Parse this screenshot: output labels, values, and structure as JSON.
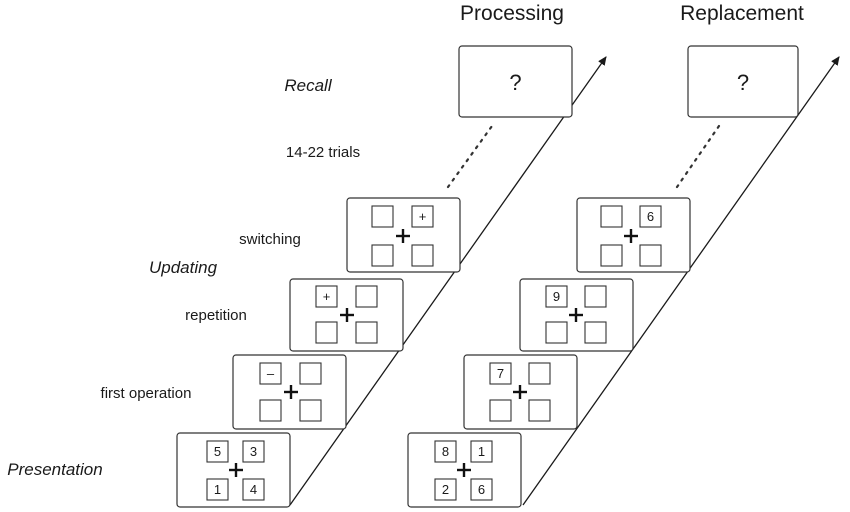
{
  "columns": {
    "processing": {
      "title": "Processing",
      "recall_symbol": "?"
    },
    "replacement": {
      "title": "Replacement",
      "recall_symbol": "?"
    }
  },
  "stage_labels": {
    "recall": "Recall",
    "trials": "14-22 trials",
    "switching": "switching",
    "updating": "Updating",
    "repetition": "repetition",
    "first_operation": "first operation",
    "presentation": "Presentation"
  },
  "cells": {
    "processing": {
      "switching": [
        "",
        "+",
        "",
        ""
      ],
      "repetition": [
        "+",
        "",
        "",
        ""
      ],
      "first_operation": [
        "–",
        "",
        "",
        ""
      ],
      "presentation": [
        "5",
        "3",
        "1",
        "4"
      ]
    },
    "replacement": {
      "switching": [
        "",
        "6",
        "",
        ""
      ],
      "repetition": [
        "9",
        "",
        "",
        ""
      ],
      "first_operation": [
        "7",
        "",
        "",
        ""
      ],
      "presentation": [
        "8",
        "1",
        "2",
        "6"
      ]
    }
  }
}
